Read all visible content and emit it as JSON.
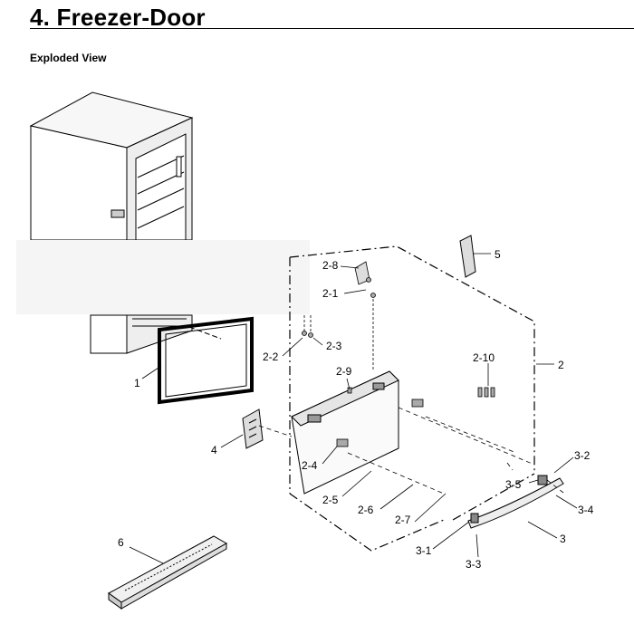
{
  "header": {
    "title": "4.  Freezer-Door"
  },
  "section": {
    "title": "Exploded View"
  },
  "callouts": {
    "p1": "1",
    "p2": "2",
    "p2_1": "2-1",
    "p2_2": "2-2",
    "p2_3": "2-3",
    "p2_4": "2-4",
    "p2_5": "2-5",
    "p2_6": "2-6",
    "p2_7": "2-7",
    "p2_8": "2-8",
    "p2_9": "2-9",
    "p2_10": "2-10",
    "p3": "3",
    "p3_1": "3-1",
    "p3_2": "3-2",
    "p3_3": "3-3",
    "p3_4": "3-4",
    "p3_5": "3-5",
    "p4": "4",
    "p5": "5",
    "p6": "6"
  }
}
